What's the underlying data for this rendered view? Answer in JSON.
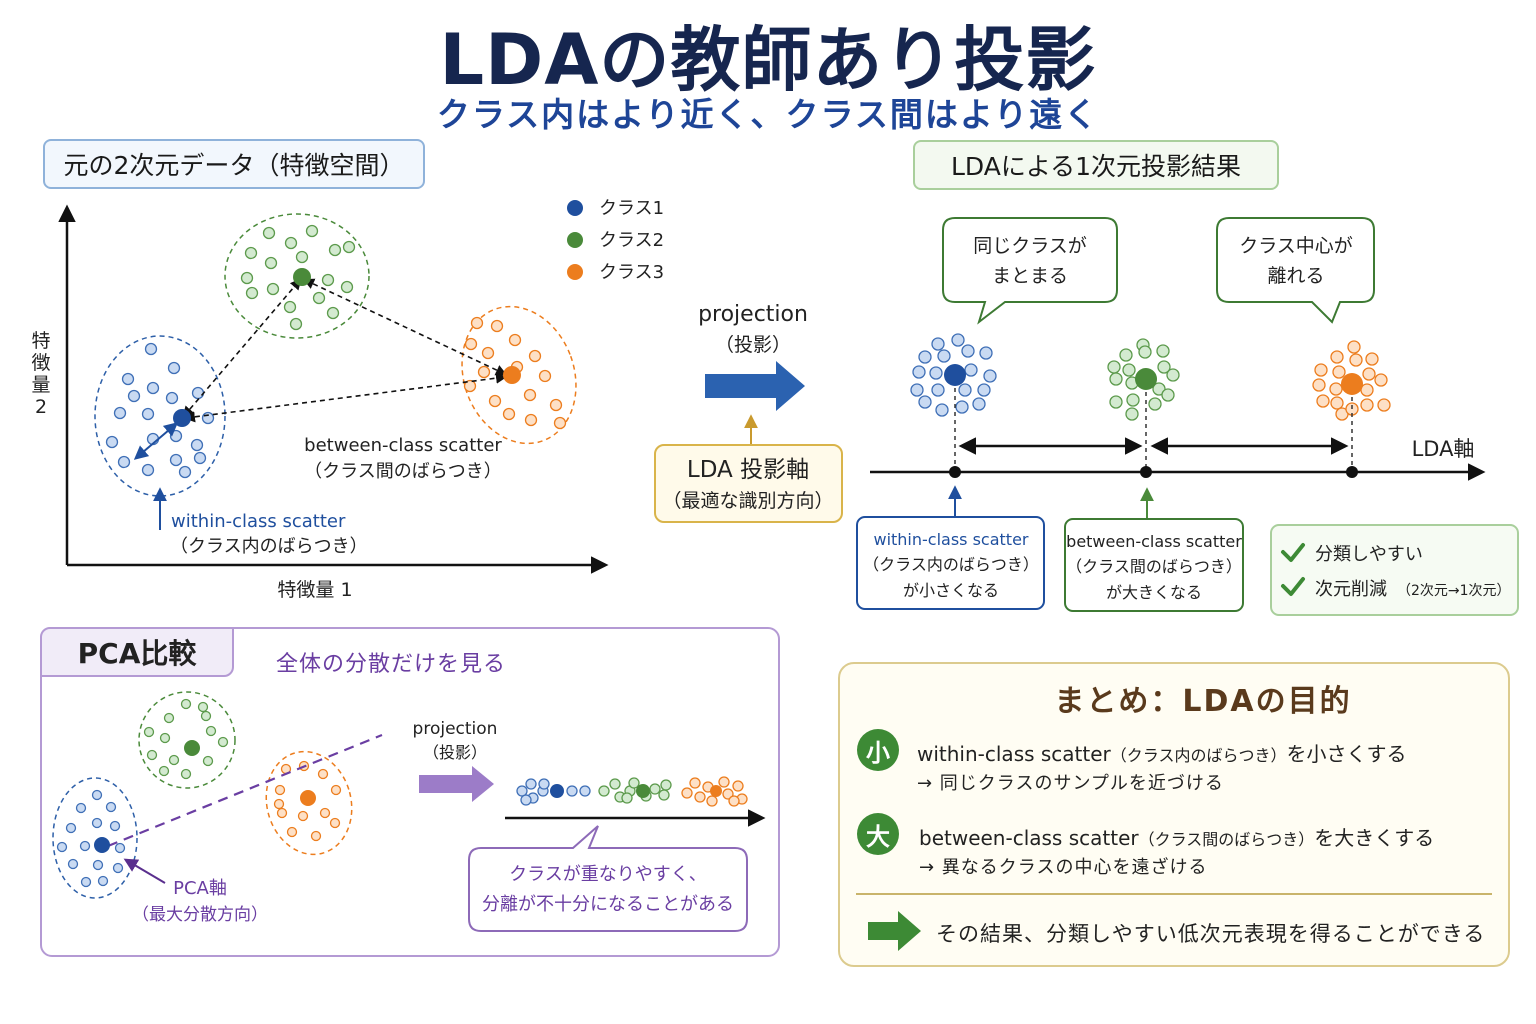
{
  "title": "LDAの教師あり投影",
  "subtitle": "クラス内はより近く、クラス間はより遠く",
  "original_panel": {
    "label": "元の2次元データ（特徴空間）",
    "x_axis_label": "特徴量 1",
    "y_axis_label_chars": [
      "特",
      "徴",
      "量",
      "2"
    ],
    "legend": [
      {
        "label": "クラス1",
        "color": "#1f4f9e"
      },
      {
        "label": "クラス2",
        "color": "#4a8a3a"
      },
      {
        "label": "クラス3",
        "color": "#ec7d1e"
      }
    ],
    "between_label": "between-class scatter",
    "between_sub": "（クラス間のばらつき）",
    "within_label": "within-class scatter",
    "within_sub": "（クラス内のばらつき）"
  },
  "middle": {
    "projection_label": "projection",
    "projection_sub": "（投影）",
    "axis_box_title": "LDA 投影軸",
    "axis_box_sub": "（最適な識別方向）"
  },
  "lda_result_panel": {
    "label": "LDAによる1次元投影結果",
    "bubble_same_class": [
      "同じクラスが",
      "まとまる"
    ],
    "bubble_centers_apart": [
      "クラス中心が",
      "離れる"
    ],
    "axis_label": "LDA軸",
    "within_box": [
      "within-class scatter",
      "（クラス内のばらつき）",
      "が小さくなる"
    ],
    "between_box": [
      "between-class scatter",
      "（クラス間のばらつき）",
      "が大きくなる"
    ],
    "benefits": [
      "分類しやすい",
      "次元削減",
      "（2次元→1次元）"
    ]
  },
  "pca_panel": {
    "tab_label": "PCA比較",
    "note": "全体の分散だけを見る",
    "projection_label": "projection",
    "projection_sub": "（投影）",
    "axis_label": "PCA軸",
    "axis_sub": "（最大分散方向）",
    "bubble": [
      "クラスが重なりやすく、",
      "分離が不十分になることがある"
    ]
  },
  "summary": {
    "title": "まとめ：LDAの目的",
    "item1_icon": "小",
    "item1_main": "within-class  scatter",
    "item1_paren": "（クラス内のばらつき）",
    "item1_tail": "を小さくする",
    "item1_sub": "→ 同じクラスのサンプルを近づける",
    "item2_icon": "大",
    "item2_main": "between-class  scatter",
    "item2_paren": "（クラス間のばらつき）",
    "item2_tail": "を大きくする",
    "item2_sub": "→ 異なるクラスの中心を遠ざける",
    "conclusion": "その結果、分類しやすい低次元表現を得ることができる"
  }
}
